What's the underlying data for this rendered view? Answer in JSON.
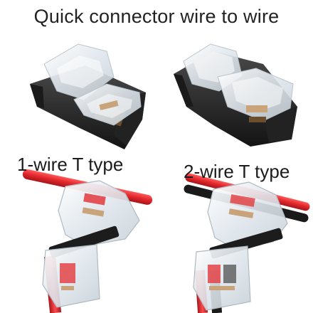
{
  "title": "Quick connector wire to wire",
  "labels": {
    "one_wire": "1-wire T type",
    "two_wire": "2-wire T type"
  },
  "colors": {
    "wire_red": "#e0262b",
    "wire_black": "#1a1a1a",
    "connector_black": "#2b2b2b",
    "clear_plastic": "#e9eef2",
    "metal": "#c9a37a"
  }
}
